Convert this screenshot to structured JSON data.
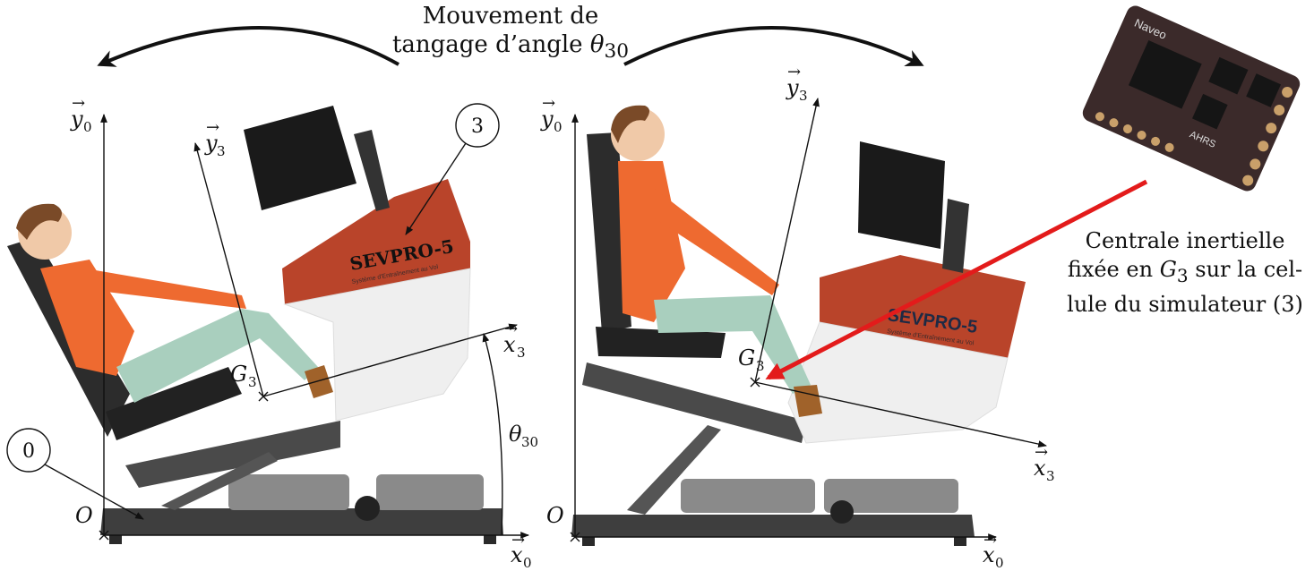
{
  "title": {
    "line1": "Mouvement de",
    "line2": "tangage d’angle",
    "symbol": "θ",
    "subscript": "30"
  },
  "imu": {
    "chip_text_1": "Naveo",
    "chip_text_2": "AHRS",
    "caption_line1": "Centrale inertielle",
    "caption_line2_pre": "fixée en",
    "caption_line2_var": "G",
    "caption_line2_sub": "3",
    "caption_line2_post": "sur la cel-",
    "caption_line3": "lule du simulateur (3)",
    "arrow_color": "#e31b1b"
  },
  "left_view": {
    "y0": "y",
    "y0_sub": "0",
    "x0": "x",
    "x0_sub": "0",
    "y3": "y",
    "y3_sub": "3",
    "x3": "x",
    "x3_sub": "3",
    "G3": "G",
    "G3_sub": "3",
    "origin": "O",
    "angle": "θ",
    "angle_sub": "30",
    "part_3": "3",
    "part_0": "0",
    "brand": "SEVPRO-5",
    "brand_sub": "Système d'Entraînement au Vol"
  },
  "right_view": {
    "y0": "y",
    "y0_sub": "0",
    "x0": "x",
    "x0_sub": "0",
    "y3": "y",
    "y3_sub": "3",
    "x3": "x",
    "x3_sub": "3",
    "G3": "G",
    "G3_sub": "3",
    "origin": "O",
    "brand": "SEVPRO-5",
    "brand_sub": "Système d'Entraînement au Vol"
  },
  "colors": {
    "cabin_red": "#b9442a",
    "shirt_orange": "#ee6a30",
    "pants_mint": "#a9cfbe",
    "seat_dark": "#2c2c2c",
    "frame_gray": "#4a4a4a",
    "chip_board": "#3b2a2a"
  }
}
